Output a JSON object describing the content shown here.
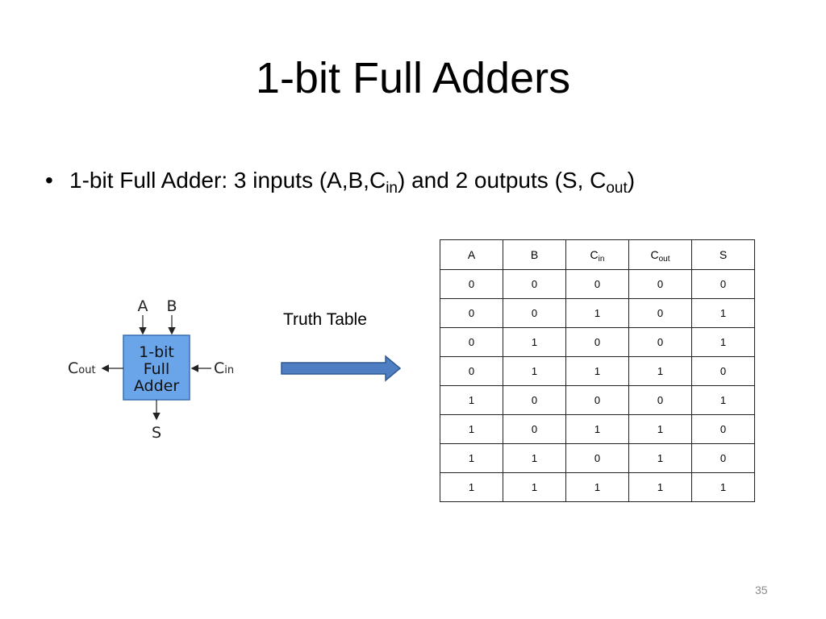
{
  "slide": {
    "title": "1-bit Full Adders",
    "bullet": {
      "prefix": "1-bit Full Adder:  3 inputs (A,B,C",
      "sub1": "in",
      "middle": ") and 2 outputs (S, C",
      "sub2": "out",
      "suffix": ")"
    },
    "page_number": "35"
  },
  "diagram": {
    "block_lines": [
      "1-bit",
      "Full",
      "Adder"
    ],
    "input_a": "A",
    "input_b": "B",
    "carry_in_main": "C",
    "carry_in_sub": "in",
    "carry_out_main": "C",
    "carry_out_sub": "out",
    "sum_output": "S",
    "block_fill": "#6aa5ea",
    "block_stroke": "#3b6db0"
  },
  "arrow": {
    "label": "Truth Table",
    "fill": "#4f7fc2",
    "stroke": "#2e5a93"
  },
  "truth_table": {
    "headers": [
      {
        "main": "A",
        "sub": ""
      },
      {
        "main": "B",
        "sub": ""
      },
      {
        "main": "C",
        "sub": "in"
      },
      {
        "main": "C",
        "sub": "out"
      },
      {
        "main": "S",
        "sub": ""
      }
    ],
    "rows": [
      [
        "0",
        "0",
        "0",
        "0",
        "0"
      ],
      [
        "0",
        "0",
        "1",
        "0",
        "1"
      ],
      [
        "0",
        "1",
        "0",
        "0",
        "1"
      ],
      [
        "0",
        "1",
        "1",
        "1",
        "0"
      ],
      [
        "1",
        "0",
        "0",
        "0",
        "1"
      ],
      [
        "1",
        "0",
        "1",
        "1",
        "0"
      ],
      [
        "1",
        "1",
        "0",
        "1",
        "0"
      ],
      [
        "1",
        "1",
        "1",
        "1",
        "1"
      ]
    ]
  }
}
